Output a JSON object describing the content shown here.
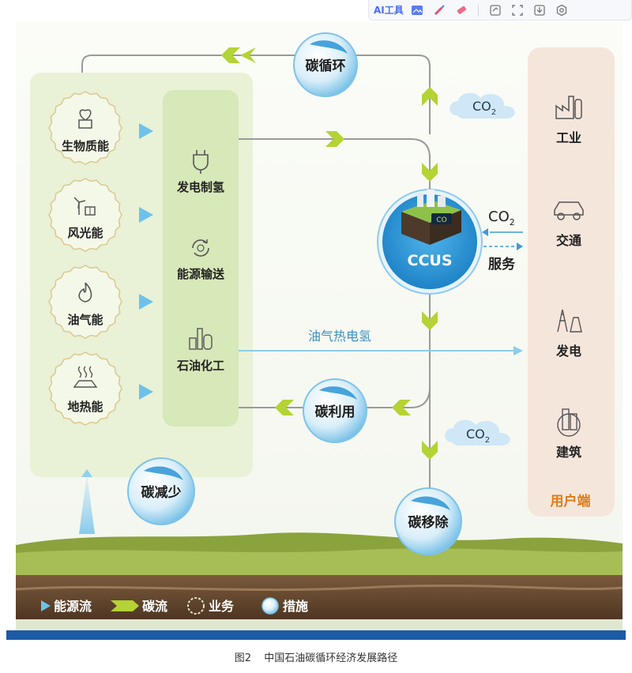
{
  "toolbar": {
    "ai_label": "AI工具",
    "icons": [
      "image-edit-icon",
      "brush-icon",
      "eraser-icon",
      "crop-icon",
      "fullscreen-icon",
      "download-icon",
      "settings-icon"
    ]
  },
  "sources": [
    {
      "label": "生物质能",
      "icon": "biomass-icon"
    },
    {
      "label": "风光能",
      "icon": "wind-solar-icon"
    },
    {
      "label": "油气能",
      "icon": "flame-icon"
    },
    {
      "label": "地热能",
      "icon": "geothermal-icon"
    }
  ],
  "business": [
    {
      "label": "发电制氢",
      "icon": "hydrogen-plug-icon"
    },
    {
      "label": "能源输送",
      "icon": "transport-cycle-icon"
    },
    {
      "label": "石油化工",
      "icon": "refinery-icon"
    }
  ],
  "measures": {
    "cycle": "碳循环",
    "utilize": "碳利用",
    "reduce": "碳减少",
    "remove": "碳移除"
  },
  "ccus": "CCUS",
  "ccus_co2_tag": "CO",
  "co2": {
    "base": "CO",
    "sub": "2"
  },
  "service": "服务",
  "oil_gas_flow": "油气热电氢",
  "users": {
    "title": "用户端",
    "items": [
      {
        "label": "工业",
        "icon": "factory-icon"
      },
      {
        "label": "交通",
        "icon": "car-icon"
      },
      {
        "label": "发电",
        "icon": "power-plant-icon"
      },
      {
        "label": "建筑",
        "icon": "building-icon"
      }
    ]
  },
  "legend": [
    {
      "label": "能源流",
      "icon": "energy-flow-arrow-icon"
    },
    {
      "label": "碳流",
      "icon": "carbon-flow-arrow-icon"
    },
    {
      "label": "业务",
      "icon": "business-badge-icon"
    },
    {
      "label": "措施",
      "icon": "measure-sphere-icon"
    }
  ],
  "caption": {
    "figure": "图2",
    "title": "中国石油碳循环经济发展路径"
  },
  "colors": {
    "left_panel": "#e9f1d6",
    "inner_panel": "#d7e8b9",
    "right_panel": "#f5e6dc",
    "carbon_arrow": "#b4d334",
    "energy_arrow": "#6ec2ea",
    "ccus_blue": "#1a8bd0",
    "user_title": "#e07b16",
    "caption_bar": "#1d5ba6"
  }
}
